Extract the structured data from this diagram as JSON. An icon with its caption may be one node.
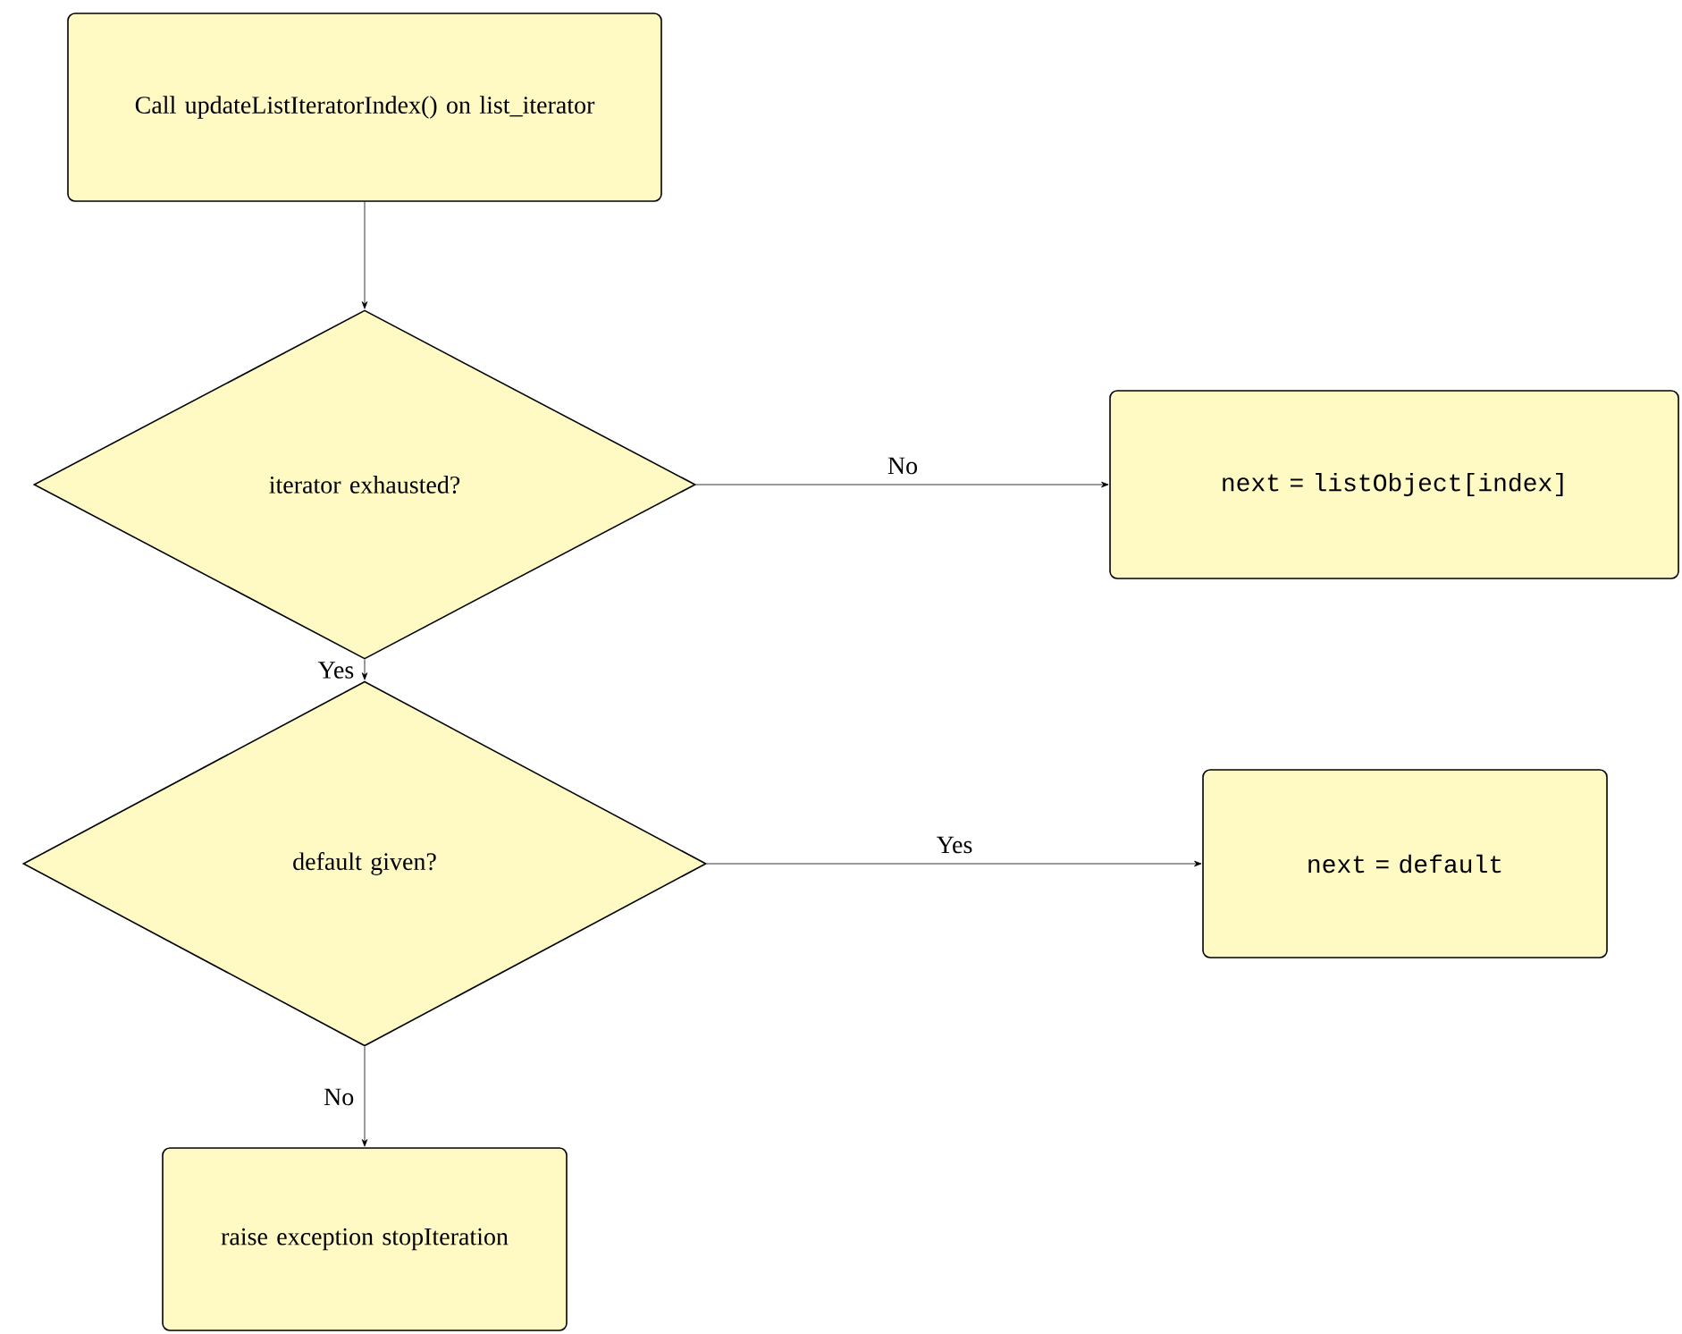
{
  "diagram": {
    "nodes": [
      {
        "text": [
          "Call updateListIteratorIndex() on list_iterator"
        ]
      },
      {
        "text": [
          "iterator exhausted?"
        ]
      },
      {
        "text": [
          "next = listObject[index]"
        ]
      },
      {
        "text": [
          "default given?"
        ]
      },
      {
        "text": [
          "next = default"
        ]
      },
      {
        "text": [
          "raise exception stopIteration"
        ]
      }
    ],
    "edges": [
      {
        "from": 0,
        "to": 1,
        "arrow": "to"
      },
      {
        "from": 1,
        "to": 2,
        "arrow": "to",
        "label": "No"
      },
      {
        "from": 1,
        "to": 3,
        "arrow": "to",
        "label": "Yes"
      },
      {
        "from": 3,
        "to": 4,
        "arrow": "to",
        "label": "Yes"
      },
      {
        "from": 3,
        "to": 5,
        "arrow": "to",
        "label": "No"
      }
    ]
  }
}
